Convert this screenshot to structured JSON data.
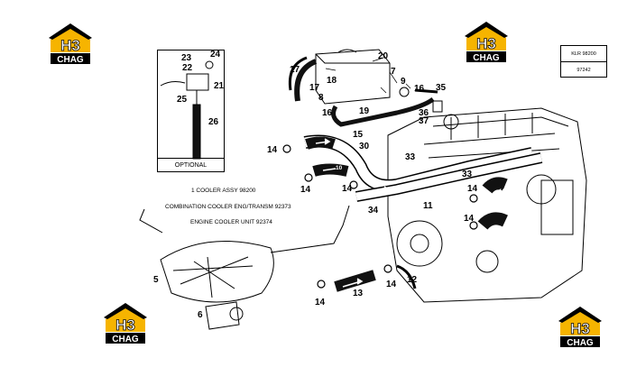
{
  "logo_text": "H3 CHAG",
  "ref_box": [
    "KLR 98200",
    "97242"
  ],
  "optional_label": "OPTIONAL",
  "notes": {
    "line1": "1   COOLER ASSY 98200",
    "line2": "COMBINATION COOLER  ENG/TRANSM 92373",
    "line3": "ENGINE COOLER UNIT 92374"
  },
  "hose_badge": "10",
  "callouts": {
    "n23": "23",
    "n24": "24",
    "n22": "22",
    "n21": "21",
    "n25": "25",
    "n26": "26",
    "n20": "20",
    "n17a": "17",
    "n17b": "17",
    "n18": "18",
    "n8": "8",
    "n7": "7",
    "n9": "9",
    "n16a": "16",
    "n16b": "16",
    "n35": "35",
    "n36": "36",
    "n37": "37",
    "n19": "19",
    "n15": "15",
    "n30": "30",
    "n33a": "33",
    "n33b": "33",
    "n14a": "14",
    "n14b": "14",
    "n14c": "14",
    "n14d": "14",
    "n14e": "14",
    "n14f": "14",
    "n14g": "14",
    "n34": "34",
    "n11": "11",
    "n5": "5",
    "n6": "6",
    "n13": "13",
    "n12": "12"
  }
}
